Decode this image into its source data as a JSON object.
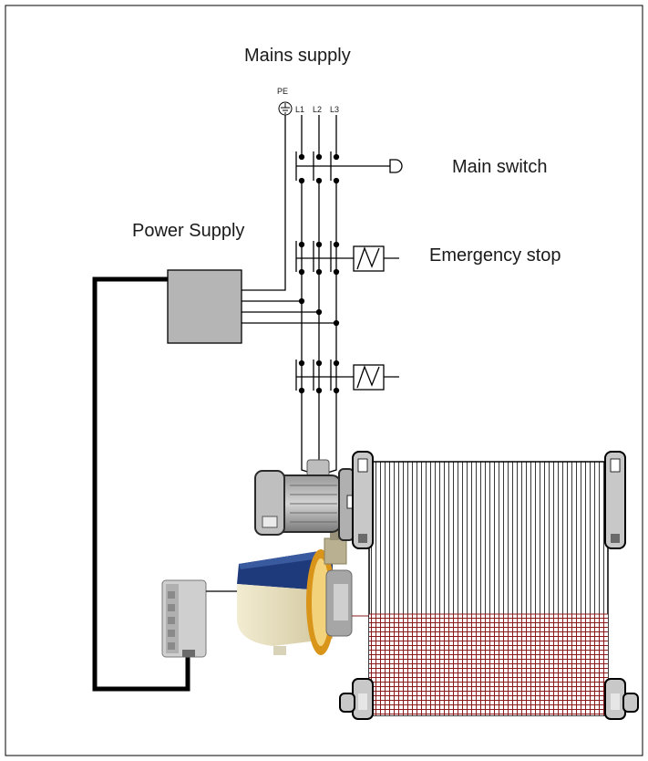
{
  "diagram": {
    "mains_label": "Mains supply",
    "main_switch_label": "Main switch",
    "emergency_stop_label": "Emergency stop",
    "power_supply_label": "Power Supply",
    "pe_label": "PE",
    "phase_labels": [
      "L1",
      "L2",
      "L3"
    ]
  },
  "colors": {
    "line": "#000000",
    "grey_box": "#b5b5b5",
    "mesh_red": "#8a1a1a",
    "drive_blue": "#1f3a7a",
    "drive_cream": "#e6dcb4",
    "drive_orange": "#d9941a"
  },
  "icons": {
    "earth": "earth-ground-icon",
    "switch_actuator": "switch-actuator-icon",
    "contactor": "contactor-coil-icon"
  }
}
